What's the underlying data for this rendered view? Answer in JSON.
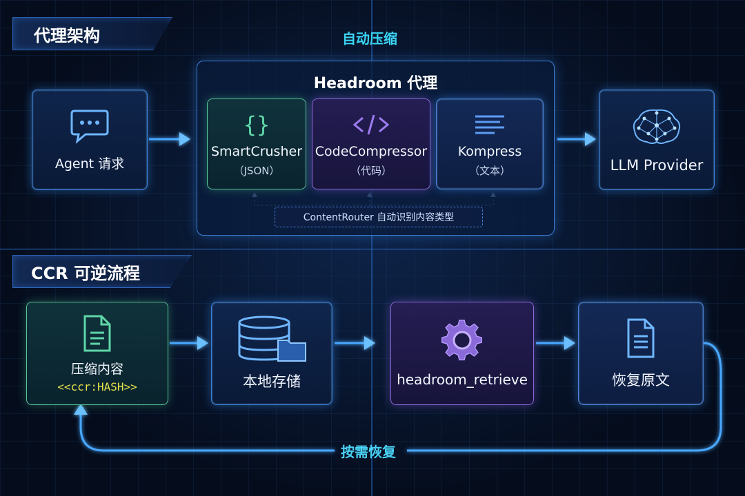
{
  "sections": {
    "architecture": "代理架构",
    "ccr": "CCR 可逆流程"
  },
  "labels": {
    "auto_compress": "自动压缩",
    "on_demand_restore": "按需恢复"
  },
  "agent": {
    "title": "Agent 请求",
    "icon": "chat-bubble-icon"
  },
  "proxy": {
    "title": "Headroom 代理",
    "router": "ContentRouter 自动识别内容类型",
    "modules": [
      {
        "name": "SmartCrusher",
        "sub": "（JSON）",
        "icon": "braces-icon",
        "color": "#58c79a"
      },
      {
        "name": "CodeCompressor",
        "sub": "（代码）",
        "icon": "code-icon",
        "color": "#8a6ad8"
      },
      {
        "name": "Kompress",
        "sub": "（文本）",
        "icon": "text-lines-icon",
        "color": "#4d7fd6"
      }
    ]
  },
  "llm": {
    "title": "LLM Provider",
    "icon": "brain-network-icon"
  },
  "flow": [
    {
      "title": "压缩内容",
      "sub": "<<ccr:HASH>>",
      "icon": "document-icon"
    },
    {
      "title": "本地存储",
      "icon": "database-folder-icon"
    },
    {
      "title": "headroom_retrieve",
      "icon": "gear-icon"
    },
    {
      "title": "恢复原文",
      "icon": "document-icon"
    }
  ]
}
